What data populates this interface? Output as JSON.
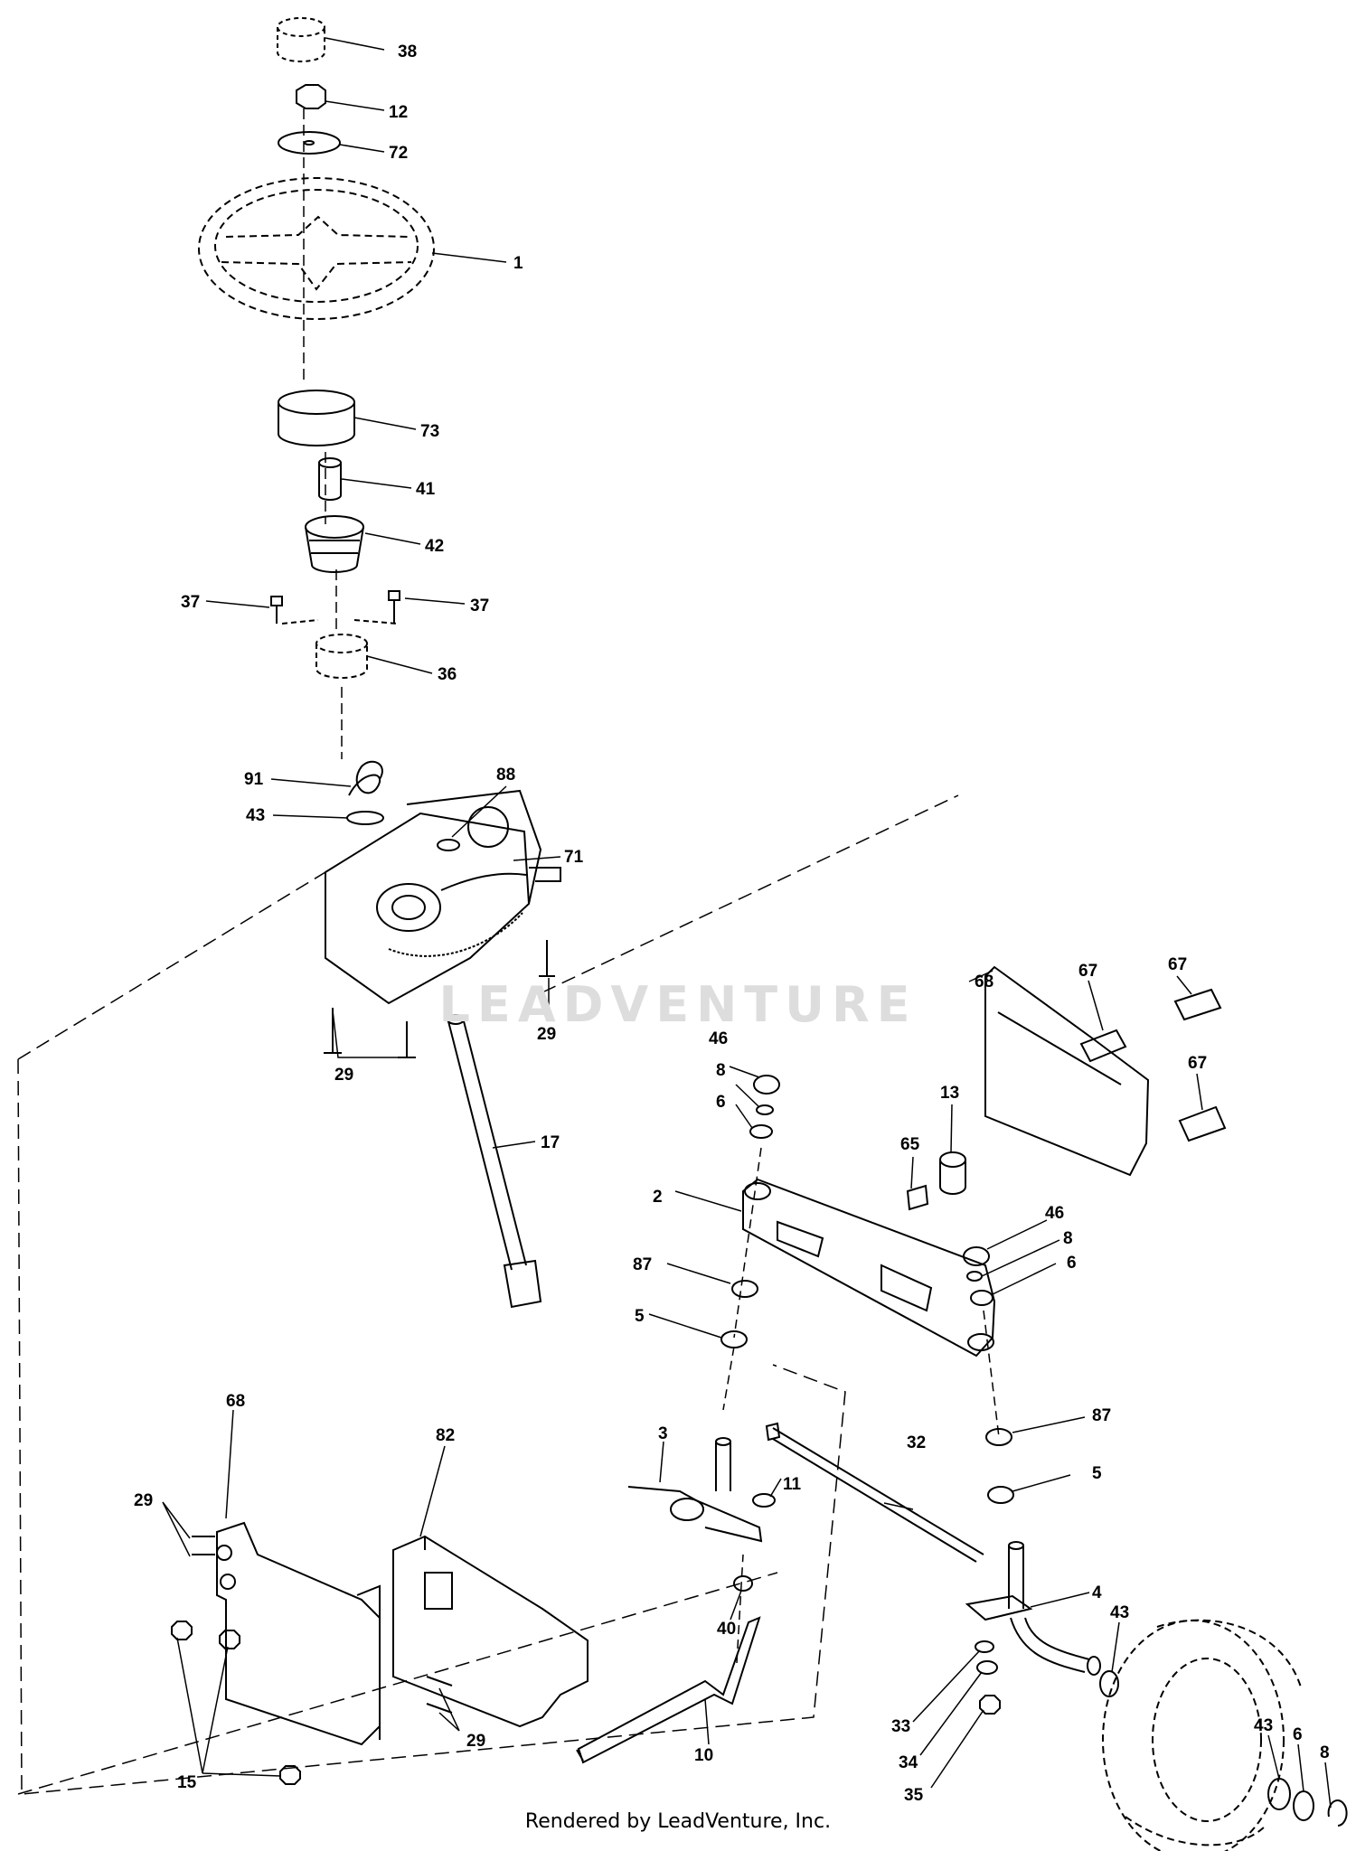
{
  "watermark": "LEADVENTURE",
  "footer": "Rendered by LeadVenture, Inc.",
  "callouts": [
    "38",
    "12",
    "72",
    "1",
    "73",
    "41",
    "42",
    "37",
    "37",
    "36",
    "91",
    "88",
    "43",
    "71",
    "29",
    "29",
    "17",
    "46",
    "8",
    "6",
    "2",
    "87",
    "5",
    "68",
    "67",
    "67",
    "67",
    "13",
    "65",
    "46",
    "8",
    "6",
    "3",
    "11",
    "32",
    "87",
    "5",
    "68",
    "29",
    "82",
    "40",
    "4",
    "43",
    "33",
    "34",
    "35",
    "10",
    "15",
    "29",
    "43",
    "6",
    "8"
  ]
}
